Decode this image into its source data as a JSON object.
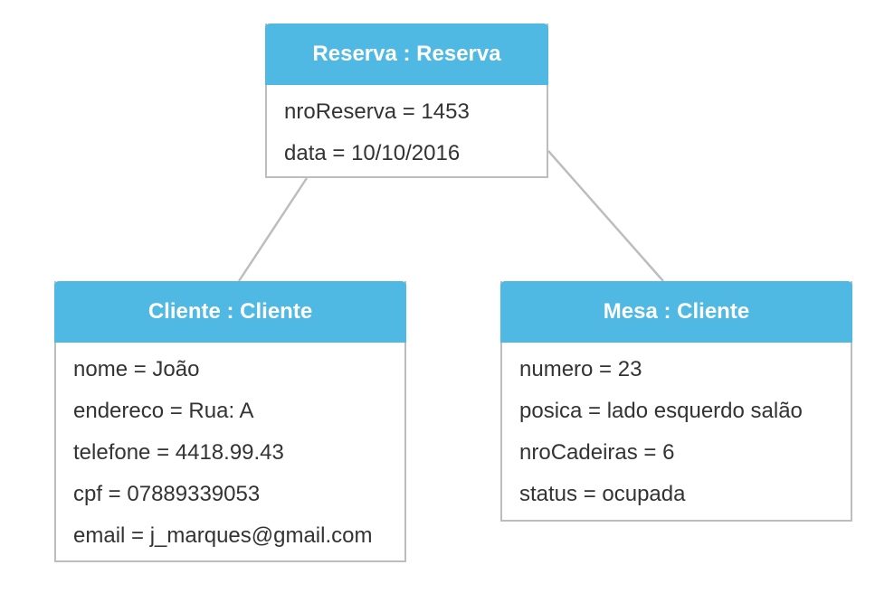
{
  "colors": {
    "header_bg": "#4fb9e3",
    "header_text": "#ffffff",
    "border": "#bdbdbd",
    "connector": "#bdbdbd",
    "attribute_text": "#333333"
  },
  "objects": [
    {
      "id": "reserva",
      "title": "Reserva : Reserva",
      "attributes": [
        "nroReserva = 1453",
        "data = 10/10/2016"
      ]
    },
    {
      "id": "cliente",
      "title": "Cliente : Cliente",
      "attributes": [
        "nome = João",
        "endereco = Rua: A",
        "telefone = 4418.99.43",
        "cpf = 07889339053",
        "email = j_marques@gmail.com"
      ]
    },
    {
      "id": "mesa",
      "title": "Mesa : Cliente",
      "attributes": [
        "numero = 23",
        "posica = lado esquerdo salão",
        "nroCadeiras = 6",
        "status = ocupada"
      ]
    }
  ],
  "links": [
    {
      "from": "reserva",
      "to": "cliente"
    },
    {
      "from": "reserva",
      "to": "mesa"
    }
  ]
}
